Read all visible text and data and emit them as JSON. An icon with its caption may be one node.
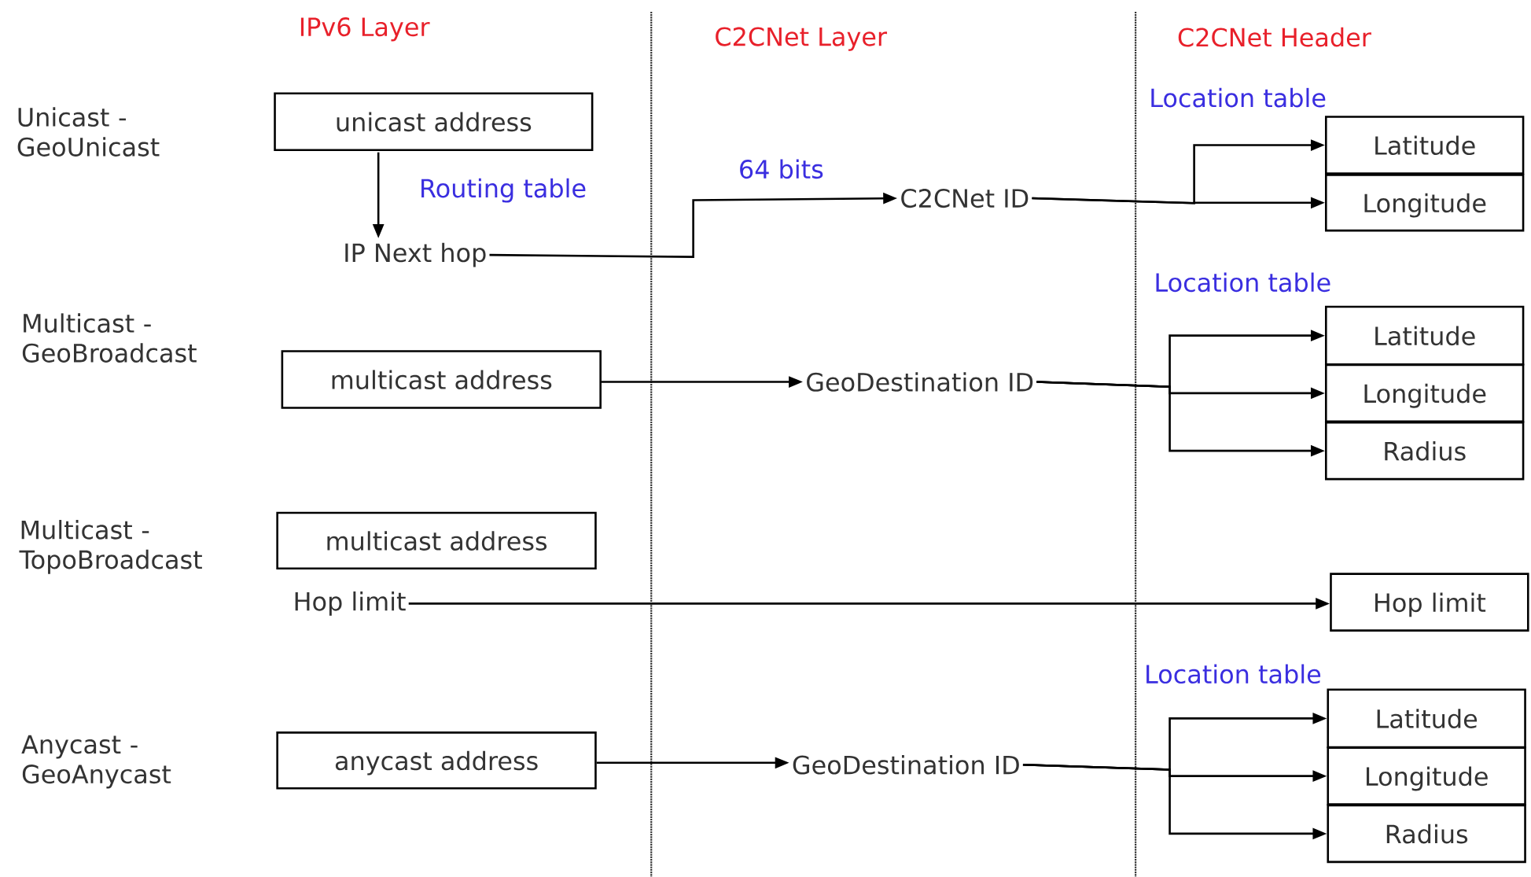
{
  "diagram": {
    "nodes": [
      {
        "text": [
          "unicast address"
        ]
      },
      {
        "text": [
          "IP Next hop"
        ]
      },
      {
        "text": [
          "C2CNet ID"
        ]
      },
      {
        "text": [
          "Latitude"
        ]
      },
      {
        "text": [
          "Longitude"
        ]
      },
      {
        "text": [
          "multicast address"
        ]
      },
      {
        "text": [
          "GeoDestination ID"
        ]
      },
      {
        "text": [
          "Latitude"
        ]
      },
      {
        "text": [
          "Longitude"
        ]
      },
      {
        "text": [
          "Radius"
        ]
      },
      {
        "text": [
          "multicast address"
        ]
      },
      {
        "text": [
          "Hop limit"
        ]
      },
      {
        "text": [
          "Hop limit"
        ]
      },
      {
        "text": [
          "anycast address"
        ]
      },
      {
        "text": [
          "GeoDestination ID"
        ]
      },
      {
        "text": [
          "Latitude"
        ]
      },
      {
        "text": [
          "Longitude"
        ]
      },
      {
        "text": [
          "Radius"
        ]
      }
    ],
    "edges": [
      {
        "from": 0,
        "to": 1,
        "arrow": "to",
        "label": "Routing table"
      },
      {
        "from": 1,
        "to": 2,
        "arrow": "to",
        "label": "64 bits"
      },
      {
        "from": 2,
        "to": 3,
        "arrow": "to"
      },
      {
        "from": 2,
        "to": 4,
        "arrow": "to"
      },
      {
        "from": 5,
        "to": 6,
        "arrow": "to"
      },
      {
        "from": 6,
        "to": 7,
        "arrow": "to"
      },
      {
        "from": 6,
        "to": 8,
        "arrow": "to"
      },
      {
        "from": 6,
        "to": 9,
        "arrow": "to"
      },
      {
        "from": 11,
        "to": 12,
        "arrow": "to"
      },
      {
        "from": 13,
        "to": 14,
        "arrow": "to"
      },
      {
        "from": 14,
        "to": 15,
        "arrow": "to"
      },
      {
        "from": 14,
        "to": 16,
        "arrow": "to"
      },
      {
        "from": 14,
        "to": 17,
        "arrow": "to"
      }
    ],
    "labels": [
      "IPv6 Layer",
      "C2CNet Layer",
      "C2CNet Header",
      "Unicast - GeoUnicast",
      "Location table",
      "Multicast - GeoBroadcast",
      "Location table",
      "Multicast - TopoBroadcast",
      "Location table",
      "Anycast - GeoAnycast"
    ]
  }
}
